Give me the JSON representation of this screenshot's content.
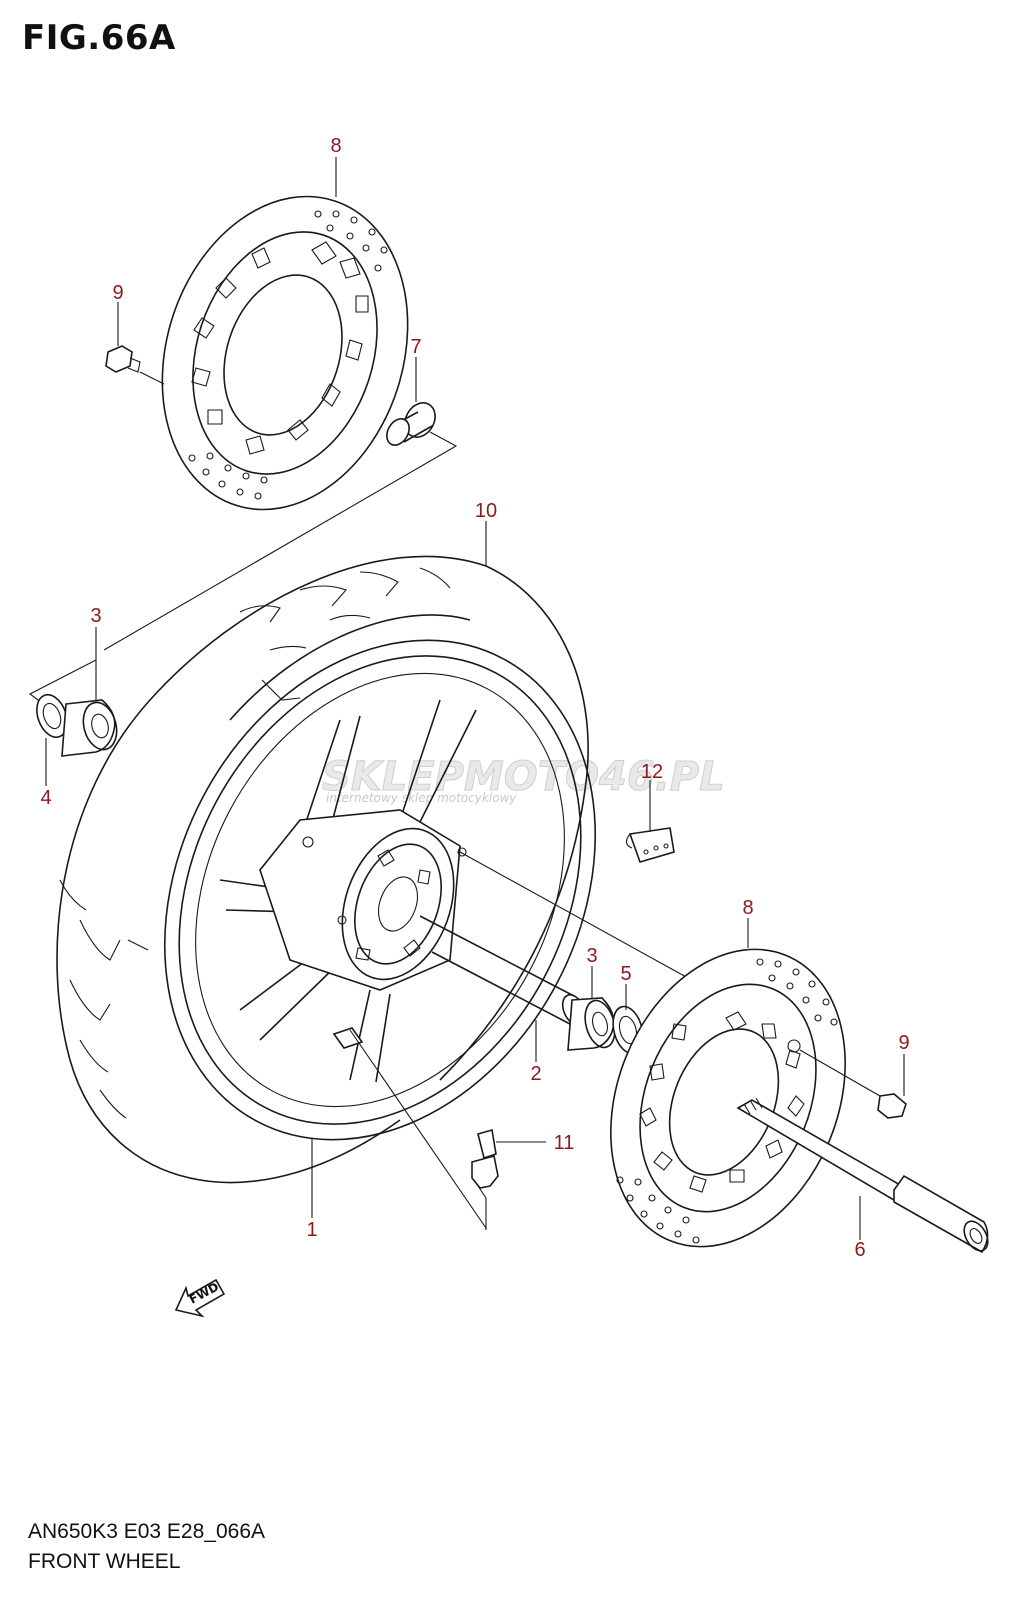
{
  "figure": {
    "title": "FIG.66A"
  },
  "footer": {
    "code": "AN650K3 E03 E28_066A",
    "name": "FRONT WHEEL"
  },
  "callouts": {
    "c1": "1",
    "c2": "2",
    "c3a": "3",
    "c3b": "3",
    "c4": "4",
    "c5": "5",
    "c6": "6",
    "c7": "7",
    "c8a": "8",
    "c8b": "8",
    "c9a": "9",
    "c9b": "9",
    "c10": "10",
    "c11": "11",
    "c12": "12"
  },
  "watermark": {
    "brand": "SKLEPMOTO46.PL",
    "tagline": "internetowy sklep motocyklowy"
  },
  "fwd_label": "FWD",
  "colors": {
    "callout": "#8b1a1a",
    "line": "#1a1a1a",
    "background": "#ffffff"
  }
}
